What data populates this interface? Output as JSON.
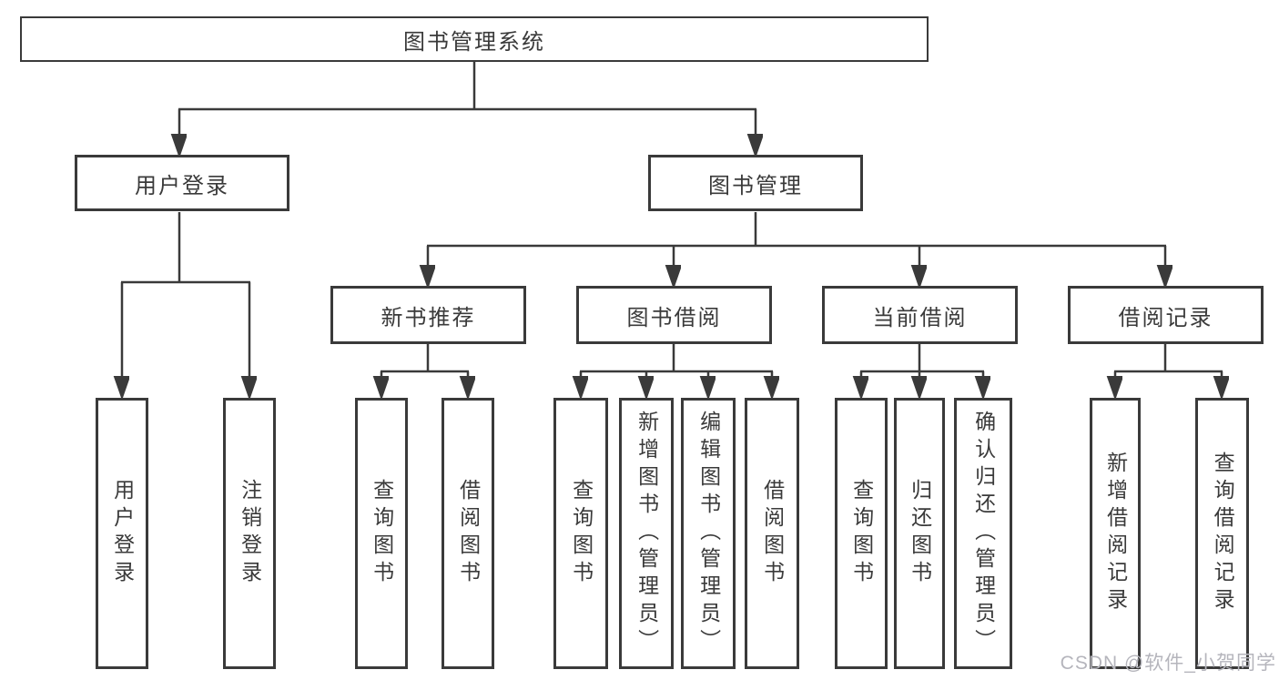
{
  "diagram": {
    "title": "图书管理系统",
    "root": {
      "label": "图书管理系统"
    },
    "branches": [
      {
        "label": "用户登录",
        "leaves": [
          "用户登录",
          "注销登录"
        ]
      },
      {
        "label": "图书管理",
        "groups": [
          {
            "label": "新书推荐",
            "leaves": [
              "查询图书",
              "借阅图书"
            ]
          },
          {
            "label": "图书借阅",
            "leaves": [
              "查询图书",
              "新增图书（管理员）",
              "编辑图书（管理员）",
              "借阅图书"
            ]
          },
          {
            "label": "当前借阅",
            "leaves": [
              "查询图书",
              "归还图书",
              "确认归还（管理员）"
            ]
          },
          {
            "label": "借阅记录",
            "leaves": [
              "新增借阅记录",
              "查询借阅记录"
            ]
          }
        ]
      }
    ]
  },
  "watermark": "CSDN @软件_小贺同学",
  "colors": {
    "line": "#3a3a3a",
    "text": "#3a3a3a",
    "box_background": "#ffffff",
    "page_background": "#ffffff",
    "watermark": "#b5b5bc"
  }
}
